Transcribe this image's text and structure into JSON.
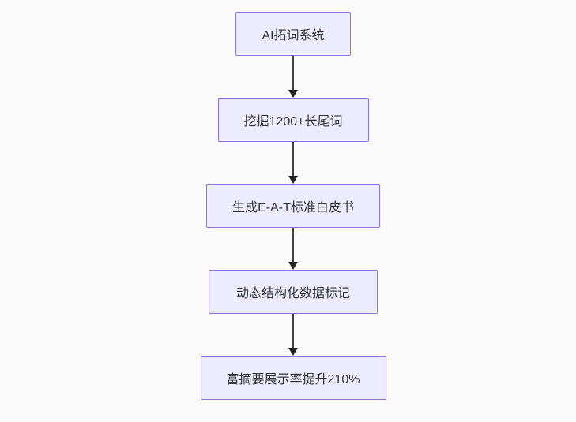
{
  "diagram": {
    "type": "flowchart",
    "direction": "top-down",
    "canvas_background": "#fafafa",
    "node_fill": "#ECECFF",
    "node_border_color": "#9370DB",
    "node_text_color": "#333333",
    "arrow_color": "#333333",
    "nodes": [
      {
        "id": "node-1",
        "label": "AI拓词系统"
      },
      {
        "id": "node-2",
        "label": "挖掘1200+长尾词"
      },
      {
        "id": "node-3",
        "label": "生成E-A-T标准白皮书"
      },
      {
        "id": "node-4",
        "label": "动态结构化数据标记"
      },
      {
        "id": "node-5",
        "label": "富摘要展示率提升210%"
      }
    ],
    "edges": [
      {
        "from": "node-1",
        "to": "node-2"
      },
      {
        "from": "node-2",
        "to": "node-3"
      },
      {
        "from": "node-3",
        "to": "node-4"
      },
      {
        "from": "node-4",
        "to": "node-5"
      }
    ]
  }
}
